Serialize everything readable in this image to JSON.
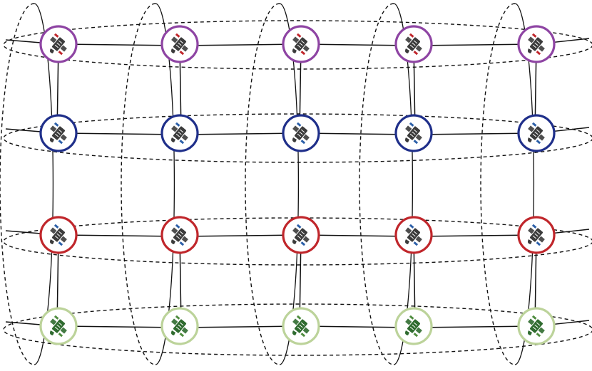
{
  "diagram": {
    "type": "satellite-constellation-grid",
    "rows": [
      {
        "id": "orbit-1",
        "ring_color": "#8e44a3",
        "icon_color": "#3b3b3b",
        "nodes": 5
      },
      {
        "id": "orbit-2",
        "ring_color": "#1f2f8a",
        "icon_color": "#3b3b3b",
        "nodes": 5
      },
      {
        "id": "orbit-3",
        "ring_color": "#c0262b",
        "icon_color": "#3b3b3b",
        "nodes": 5
      },
      {
        "id": "orbit-4",
        "ring_color": "#bcd39a",
        "icon_color": "#2f6b2f",
        "nodes": 5
      }
    ],
    "columns": 5,
    "icon": "satellite-icon",
    "orbit_line_style": "dashed",
    "link_line_style": "solid",
    "colors": {
      "link": "#111111",
      "orbit": "#111111",
      "panel_accent_1": "#2b5fa8",
      "panel_accent_2": "#c0262b"
    }
  }
}
